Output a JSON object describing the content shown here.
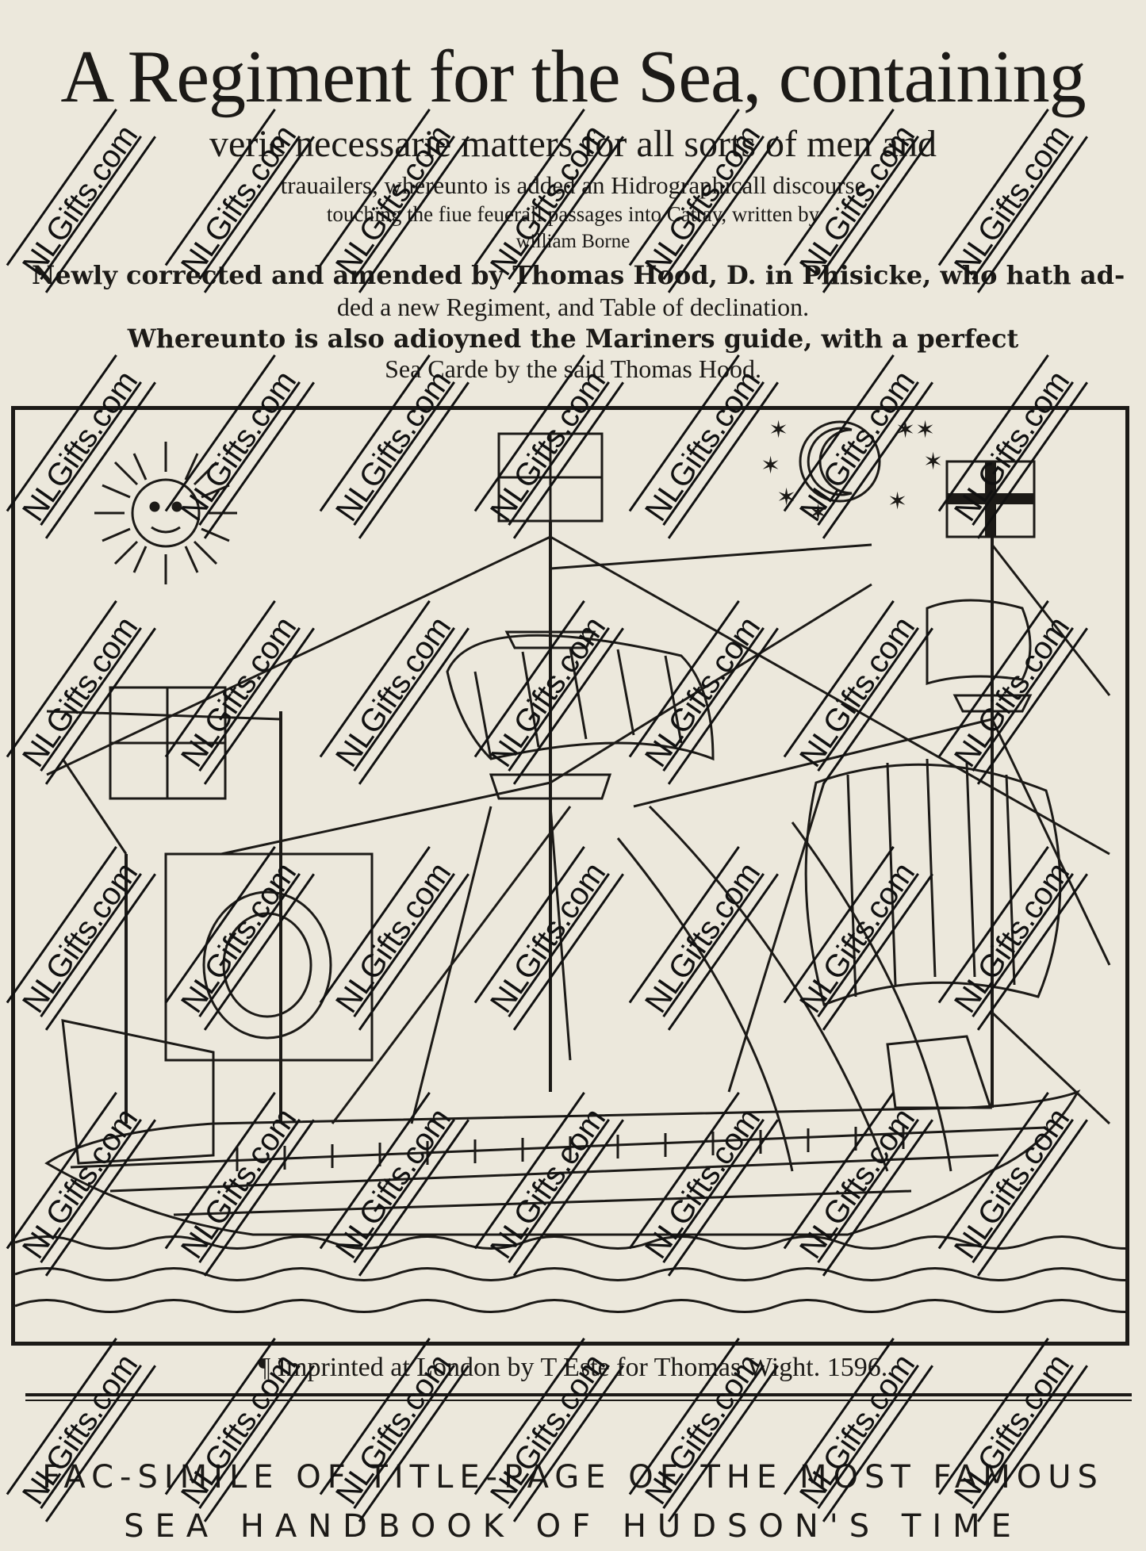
{
  "title_page": {
    "line1": "A Regiment for the Sea, containing",
    "line2": "verie necessarie matters for all sorts of men and",
    "line3": "trauailers, whereunto is added an Hidrographicall discourse",
    "line4": "touching the fiue feuerall passages into Cattay, written by",
    "line5": "william Borne",
    "line6": "Newly corrected and amended by Thomas Hood, D. in Phisicke, who hath ad-",
    "line7": "ded a new Regiment, and Table of declination.",
    "line8": "Whereunto is also adioyned the Mariners guide, with a perfect",
    "line9": "Sea Carde by the said Thomas Hood.",
    "imprint": "¶ Imprinted at London by T Este for Thomas Wight. 1596."
  },
  "caption": {
    "line1": "FAC-SIMILE OF TITLE-PAGE OF THE MOST FAMOUS",
    "line2": "SEA HANDBOOK OF HUDSON'S TIME"
  },
  "watermark": {
    "text": "NLGifts.com"
  },
  "colors": {
    "paper": "#ece8dc",
    "ink": "#1c1a17"
  }
}
